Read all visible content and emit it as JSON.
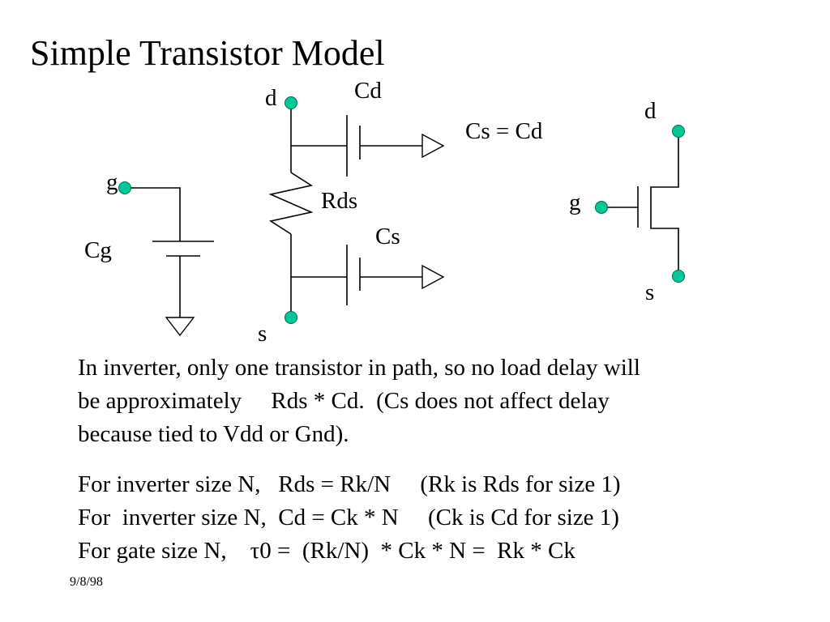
{
  "slide": {
    "title": "Simple Transistor Model",
    "date": "9/8/98"
  },
  "colors": {
    "node_fill": "#00c896",
    "wire": "#000000",
    "background": "#ffffff"
  },
  "diagram": {
    "gate_model": {
      "node_label": "g",
      "capacitor_label": "Cg"
    },
    "drain_source_model": {
      "drain_label": "d",
      "drain_cap_label": "Cd",
      "resistor_label": "Rds",
      "source_cap_label": "Cs",
      "source_label": "s"
    },
    "equality_note": "Cs = Cd",
    "transistor_symbol": {
      "drain_label": "d",
      "gate_label": "g",
      "source_label": "s"
    }
  },
  "text": {
    "paragraph1": [
      "In inverter, only one transistor in path, so no load delay will",
      "be approximately     Rds * Cd.  (Cs does not affect delay",
      "because tied to Vdd or Gnd)."
    ],
    "paragraph2": [
      "For inverter size N,   Rds = Rk/N     (Rk is Rds for size 1)",
      "For  inverter size N,  Cd = Ck * N     (Ck is Cd for size 1)",
      "For gate size N,    τ0 =  (Rk/N)  * Ck * N =  Rk * Ck"
    ]
  }
}
